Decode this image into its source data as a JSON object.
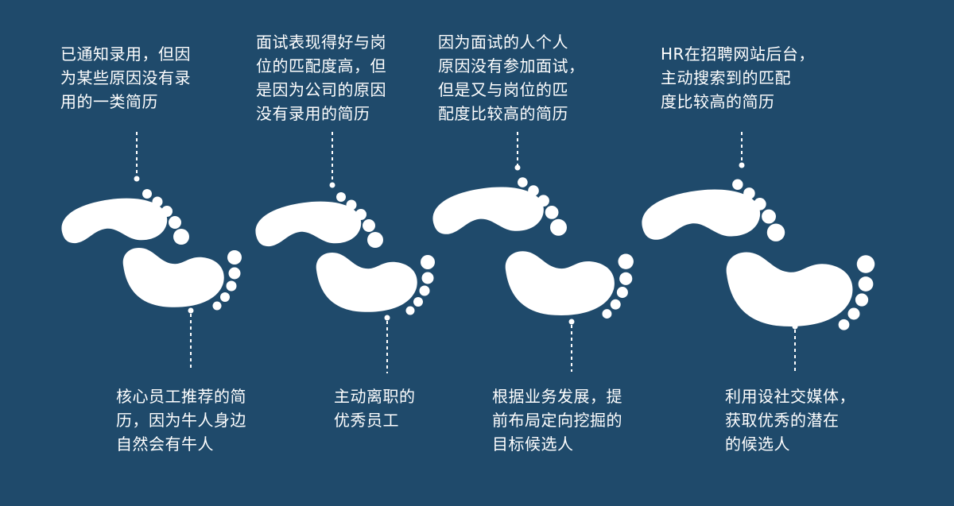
{
  "colors": {
    "background": "#1f4a6b",
    "foreground": "#ffffff"
  },
  "top_labels": [
    {
      "id": "t1",
      "text": "已通知录用，但因\n为某些原因没有录\n用的一类简历"
    },
    {
      "id": "t2",
      "text": "面试表现得好与岗\n位的匹配度高，但\n是因为公司的原因\n没有录用的简历"
    },
    {
      "id": "t3",
      "text": "因为面试的人个人\n原因没有参加面试，\n但是又与岗位的匹\n配度比较高的简历"
    },
    {
      "id": "t4",
      "text": "HR在招聘网站后台，\n主动搜索到的匹配\n度比较高的简历"
    }
  ],
  "bottom_labels": [
    {
      "id": "b1",
      "text": "核心员工推荐的简\n历，因为牛人身边\n自然会有牛人"
    },
    {
      "id": "b2",
      "text": "主动离职的\n优秀员工"
    },
    {
      "id": "b3",
      "text": "根据业务发展，提\n前布局定向挖掘的\n目标候选人"
    },
    {
      "id": "b4",
      "text": "利用设社交媒体，\n获取优秀的潜在\n的候选人"
    }
  ],
  "icons": [
    "footprint-icon"
  ]
}
